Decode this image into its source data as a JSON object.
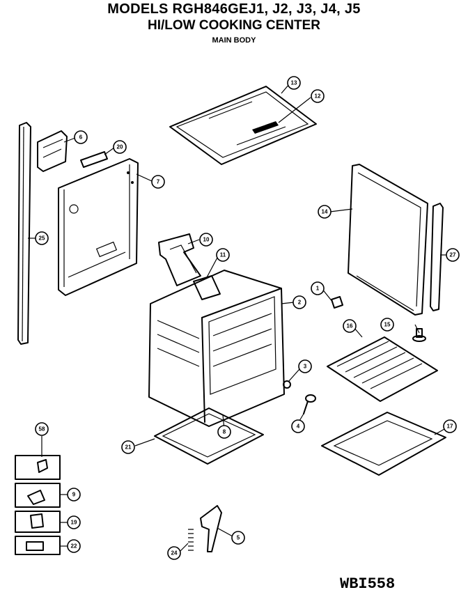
{
  "header": {
    "title": "MODELS RGH846GEJ1, J2, J3, J4, J5",
    "subtitle": "HI/LOW COOKING CENTER",
    "section": "MAIN BODY"
  },
  "diagram_code": "WBI558",
  "callouts": [
    "1",
    "2",
    "3",
    "4",
    "5",
    "6",
    "7",
    "8",
    "9",
    "10",
    "11",
    "12",
    "13",
    "14",
    "15",
    "16",
    "17",
    "19",
    "20",
    "21",
    "22",
    "24",
    "25",
    "27",
    "58"
  ]
}
